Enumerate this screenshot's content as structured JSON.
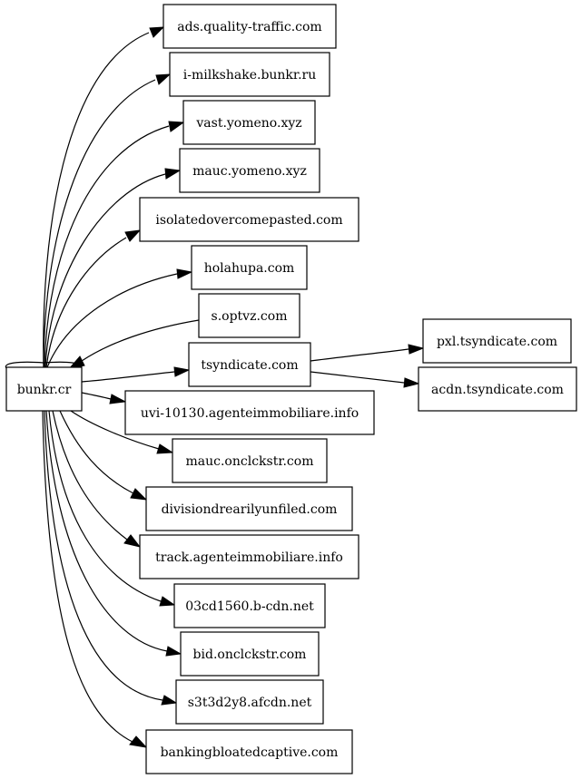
{
  "graph": {
    "source": "bunkr.cr",
    "nodes": [
      {
        "id": "bunkr",
        "label": "bunkr.cr"
      },
      {
        "id": "ads",
        "label": "ads.quality-traffic.com"
      },
      {
        "id": "milkshake",
        "label": "i-milkshake.bunkr.ru"
      },
      {
        "id": "vast",
        "label": "vast.yomeno.xyz"
      },
      {
        "id": "mauc_yomeno",
        "label": "mauc.yomeno.xyz"
      },
      {
        "id": "isolated",
        "label": "isolatedovercomepasted.com"
      },
      {
        "id": "holahupa",
        "label": "holahupa.com"
      },
      {
        "id": "optvz",
        "label": "s.optvz.com"
      },
      {
        "id": "tsyndicate",
        "label": "tsyndicate.com"
      },
      {
        "id": "uvi",
        "label": "uvi-10130.agenteimmobiliare.info"
      },
      {
        "id": "onclckstr",
        "label": "mauc.onclckstr.com"
      },
      {
        "id": "division",
        "label": "divisiondrearilyunfiled.com"
      },
      {
        "id": "track",
        "label": "track.agenteimmobiliare.info"
      },
      {
        "id": "bcdn",
        "label": "03cd1560.b-cdn.net"
      },
      {
        "id": "bid",
        "label": "bid.onclckstr.com"
      },
      {
        "id": "afcdn",
        "label": "s3t3d2y8.afcdn.net"
      },
      {
        "id": "banking",
        "label": "bankingbloatedcaptive.com"
      },
      {
        "id": "pxl",
        "label": "pxl.tsyndicate.com"
      },
      {
        "id": "acdn",
        "label": "acdn.tsyndicate.com"
      }
    ],
    "edges": [
      {
        "from": "bunkr",
        "to": "bunkr"
      },
      {
        "from": "bunkr",
        "to": "ads"
      },
      {
        "from": "bunkr",
        "to": "milkshake"
      },
      {
        "from": "bunkr",
        "to": "vast"
      },
      {
        "from": "bunkr",
        "to": "mauc_yomeno"
      },
      {
        "from": "bunkr",
        "to": "isolated"
      },
      {
        "from": "bunkr",
        "to": "holahupa"
      },
      {
        "from": "optvz",
        "to": "bunkr"
      },
      {
        "from": "bunkr",
        "to": "tsyndicate"
      },
      {
        "from": "bunkr",
        "to": "uvi"
      },
      {
        "from": "bunkr",
        "to": "onclckstr"
      },
      {
        "from": "bunkr",
        "to": "division"
      },
      {
        "from": "bunkr",
        "to": "track"
      },
      {
        "from": "bunkr",
        "to": "bcdn"
      },
      {
        "from": "bunkr",
        "to": "bid"
      },
      {
        "from": "bunkr",
        "to": "afcdn"
      },
      {
        "from": "bunkr",
        "to": "banking"
      },
      {
        "from": "tsyndicate",
        "to": "pxl"
      },
      {
        "from": "tsyndicate",
        "to": "acdn"
      }
    ]
  }
}
